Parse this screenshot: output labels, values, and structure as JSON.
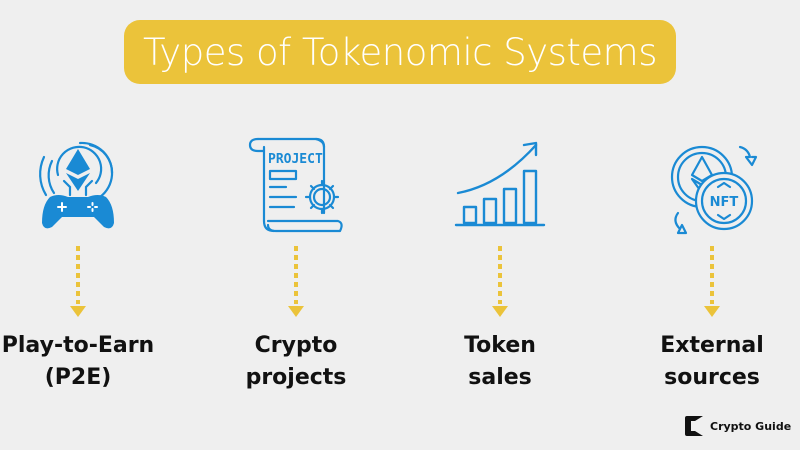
{
  "title": "Types of Tokenomic Systems",
  "colors": {
    "background": "#efefef",
    "accent_yellow": "#ebc33a",
    "icon_blue": "#1a8ad4",
    "text": "#111111"
  },
  "items": [
    {
      "icon": "ethereum-gamepad-icon",
      "label_line1": "Play-to-Earn",
      "label_line2": "(P2E)"
    },
    {
      "icon": "project-scroll-gear-icon",
      "label_line1": "Crypto",
      "label_line2": "projects"
    },
    {
      "icon": "growth-bar-chart-icon",
      "label_line1": "Token",
      "label_line2": "sales"
    },
    {
      "icon": "nft-exchange-icon",
      "label_line1": "External",
      "label_line2": "sources"
    }
  ],
  "brand": {
    "name": "Crypto Guide",
    "icon": "crypto-guide-logo-icon"
  },
  "project_icon_text": "PROJECT",
  "nft_icon_text": "NFT"
}
